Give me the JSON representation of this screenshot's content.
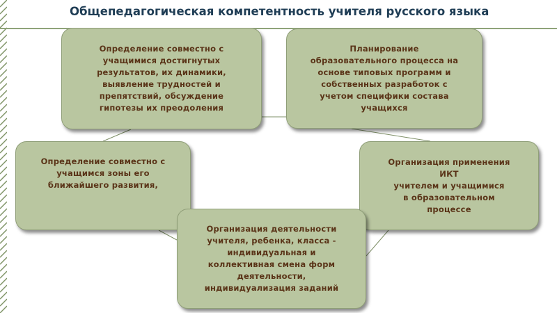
{
  "title": "Общепедагогическая компетентность учителя русского языка",
  "colors": {
    "box_fill": "#b9c6a0",
    "box_text": "#5a3418",
    "title_text": "#1f3d55",
    "connector": "#7f9068",
    "stripe": "#7f9466"
  },
  "boxes": [
    {
      "id": "b1",
      "text": "Определение совместно с\nучащимися достигнутых\nрезультатов, их динамики,\nвыявление трудностей и\nпрепятствий, обсуждение\nгипотезы их преодоления"
    },
    {
      "id": "b2",
      "text": "Планирование\nобразовательного процесса на\nоснове типовых программ и\nсобственных разработок с\nучетом специфики состава\nучащихся"
    },
    {
      "id": "b3",
      "text": "Определение совместно с\nучащимся  зоны  его\nближайшего развития,"
    },
    {
      "id": "b4",
      "text": "Организация применения\nИКТ\nучителем и учащимися\nв образовательном\nпроцессе"
    },
    {
      "id": "b5",
      "text": "Организация деятельности\nучителя, ребенка, класса -\nиндивидуальная и\nколлективная смена форм\nдеятельности,\nиндивидуализация  заданий"
    }
  ]
}
